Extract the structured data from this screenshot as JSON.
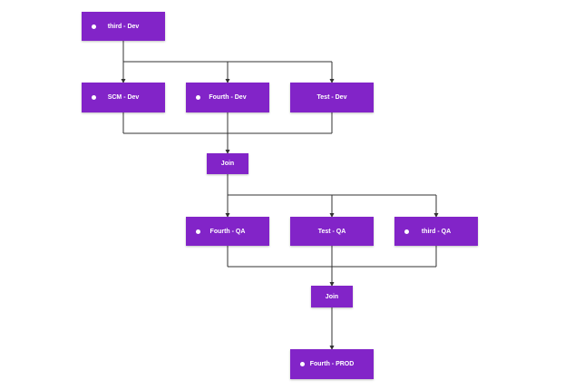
{
  "colors": {
    "node_fill": "#8224c8",
    "node_text": "#ffffff",
    "status_dot": "#ffffff",
    "connector": "#333333"
  },
  "nodes": [
    {
      "id": "third-dev",
      "label": "third - Dev",
      "status_dot": true
    },
    {
      "id": "scm-dev",
      "label": "SCM - Dev",
      "status_dot": true
    },
    {
      "id": "fourth-dev",
      "label": "Fourth - Dev",
      "status_dot": true
    },
    {
      "id": "test-dev",
      "label": "Test - Dev",
      "status_dot": false
    },
    {
      "id": "join-1",
      "label": "Join",
      "status_dot": false
    },
    {
      "id": "fourth-qa",
      "label": "Fourth - QA",
      "status_dot": true
    },
    {
      "id": "test-qa",
      "label": "Test - QA",
      "status_dot": false
    },
    {
      "id": "third-qa",
      "label": "third - QA",
      "status_dot": true
    },
    {
      "id": "join-2",
      "label": "Join",
      "status_dot": false
    },
    {
      "id": "fourth-prod",
      "label": "Fourth - PROD",
      "status_dot": true
    }
  ],
  "edges": [
    {
      "from": "third-dev",
      "to": [
        "scm-dev",
        "fourth-dev",
        "test-dev"
      ]
    },
    {
      "from": [
        "scm-dev",
        "fourth-dev",
        "test-dev"
      ],
      "to": "join-1"
    },
    {
      "from": "join-1",
      "to": [
        "fourth-qa",
        "test-qa",
        "third-qa"
      ]
    },
    {
      "from": [
        "fourth-qa",
        "test-qa",
        "third-qa"
      ],
      "to": "join-2"
    },
    {
      "from": "join-2",
      "to": "fourth-prod"
    }
  ]
}
